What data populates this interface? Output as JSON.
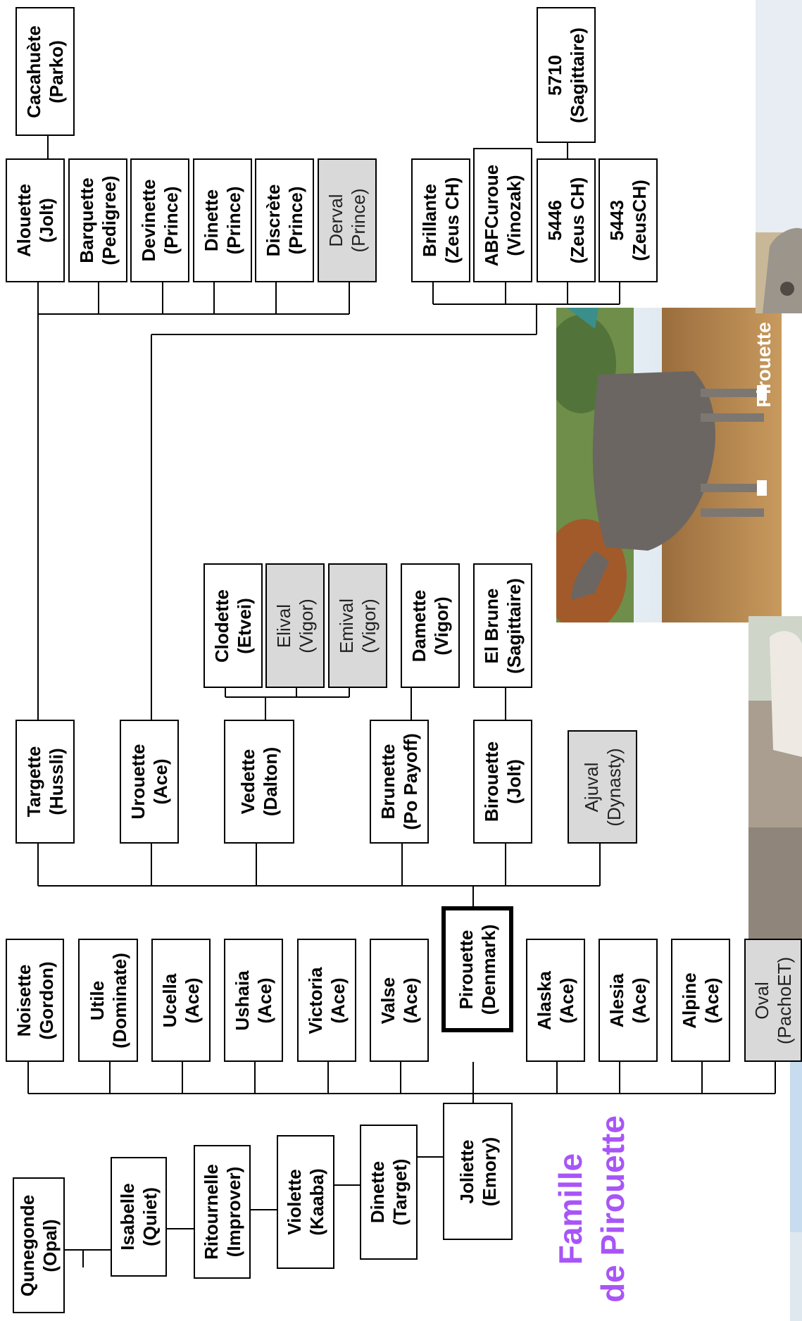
{
  "title": {
    "line1": "Famille",
    "line2": "de Pirouette",
    "color": "#a855f7"
  },
  "photos": {
    "main_caption": "Pirouette"
  },
  "nodes": {
    "quenegonde": {
      "name": "Qunegonde",
      "sire": "(Opal)"
    },
    "isabelle": {
      "name": "Isabelle",
      "sire": "(Quiet)"
    },
    "ritournelle": {
      "name": "Ritournelle",
      "sire": "(Improver)"
    },
    "violette": {
      "name": "Violette",
      "sire": "(Kaaba)"
    },
    "dinette_target": {
      "name": "Dinette",
      "sire": "(Target)"
    },
    "joliette": {
      "name": "Joliette",
      "sire": "(Emory)"
    },
    "noisette": {
      "name": "Noisette",
      "sire": "(Gordon)"
    },
    "utile": {
      "name": "Utile",
      "sire": "(Dominate)"
    },
    "ucella": {
      "name": "Ucella",
      "sire": "(Ace)"
    },
    "ushaia": {
      "name": "Ushaia",
      "sire": "(Ace)"
    },
    "victoria": {
      "name": "Victoria",
      "sire": "(Ace)"
    },
    "valse": {
      "name": "Valse",
      "sire": "(Ace)"
    },
    "pirouette": {
      "name": "Pirouette",
      "sire": "(Denmark)"
    },
    "alaska": {
      "name": "Alaska",
      "sire": "(Ace)"
    },
    "alesia": {
      "name": "Alesia",
      "sire": "(Ace)"
    },
    "alpine": {
      "name": "Alpine",
      "sire": "(Ace)"
    },
    "oval": {
      "name": "Oval",
      "sire": "(PachoET)"
    },
    "targette": {
      "name": "Targette",
      "sire": "(Hussli)"
    },
    "urouette": {
      "name": "Urouette",
      "sire": "(Ace)"
    },
    "vedette": {
      "name": "Vedette",
      "sire": "(Dalton)"
    },
    "brunette": {
      "name": "Brunette",
      "sire": "(Po Payoff)"
    },
    "birouette": {
      "name": "Birouette",
      "sire": "(Jolt)"
    },
    "ajuval": {
      "name": "Ajuval",
      "sire": "(Dynasty)"
    },
    "clodette": {
      "name": "Clodette",
      "sire": "(Etvei)"
    },
    "elival": {
      "name": "Elival",
      "sire": "(Vigor)"
    },
    "emival": {
      "name": "Emival",
      "sire": "(Vigor)"
    },
    "damette": {
      "name": "Damette",
      "sire": "(Vigor)"
    },
    "elbrune": {
      "name": "El Brune",
      "sire": "(Sagittaire)"
    },
    "alouette": {
      "name": "Alouette",
      "sire": "(Jolt)"
    },
    "barquette": {
      "name": "Barquette",
      "sire": "(Pedigree)"
    },
    "devinette": {
      "name": "Devinette",
      "sire": "(Prince)"
    },
    "dinette_prince": {
      "name": "Dinette",
      "sire": "(Prince)"
    },
    "discrete": {
      "name": "Discrète",
      "sire": "(Prince)"
    },
    "derval": {
      "name": "Derval",
      "sire": "(Prince)"
    },
    "cacahuete": {
      "name": "Cacahuète",
      "sire": "(Parko)"
    },
    "brillante": {
      "name": "Brillante",
      "sire": "(Zeus CH)"
    },
    "abfcuroue": {
      "name": "ABFCuroue",
      "sire": "(Vinozak)"
    },
    "n5446": {
      "name": "5446",
      "sire": "(Zeus CH)"
    },
    "n5443": {
      "name": "5443",
      "sire": "(ZeusCH)"
    },
    "n5710": {
      "name": "5710",
      "sire": "(Sagittaire)"
    }
  }
}
